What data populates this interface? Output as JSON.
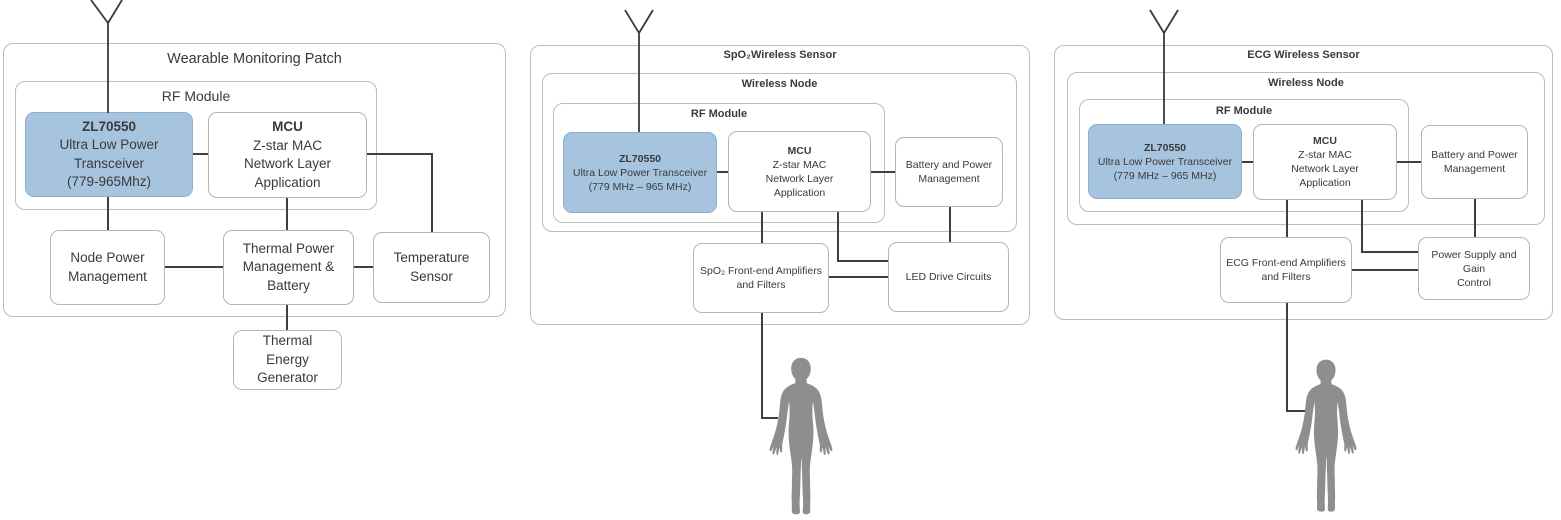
{
  "colors": {
    "transceiver_fill": "#a7c4df",
    "transceiver_border": "#8fb0cc",
    "box_border": "#b5b5b5",
    "group_border": "#bcbcbc",
    "connector": "#3f3f3f",
    "body_silhouette": "#8e8e8e",
    "text": "#3a3a3a"
  },
  "d1": {
    "title": "Wearable Monitoring Patch",
    "rf_title": "RF Module",
    "transceiver": {
      "lines": [
        "ZL70550",
        "Ultra Low Power",
        "Transceiver",
        "(779-965Mhz)"
      ]
    },
    "mcu": {
      "lines": [
        "MCU",
        "Z-star MAC",
        "Network Layer",
        "Application"
      ]
    },
    "node_power": {
      "lines": [
        "Node Power",
        "Management"
      ]
    },
    "thermal_power": {
      "lines": [
        "Thermal Power",
        "Management &",
        "Battery"
      ]
    },
    "temp_sensor": {
      "lines": [
        "Temperature",
        "Sensor"
      ]
    },
    "teg": {
      "lines": [
        "Thermal",
        "Energy",
        "Generator"
      ]
    }
  },
  "d2": {
    "title": "SpO₂Wireless Sensor",
    "node_title": "Wireless Node",
    "rf_title": "RF Module",
    "transceiver": {
      "lines": [
        "ZL70550",
        "Ultra Low Power Transceiver",
        "(779 MHz – 965 MHz)"
      ]
    },
    "mcu": {
      "lines": [
        "MCU",
        "Z-star MAC",
        "Network Layer",
        "Application"
      ]
    },
    "battery": {
      "lines": [
        "Battery and Power",
        "Management"
      ]
    },
    "frontend": {
      "lines": [
        "SpO₂ Front-end Amplifiers",
        "and Filters"
      ]
    },
    "led": {
      "lines": [
        "LED Drive Circuits"
      ]
    }
  },
  "d3": {
    "title": "ECG Wireless Sensor",
    "node_title": "Wireless Node",
    "rf_title": "RF Module",
    "transceiver": {
      "lines": [
        "ZL70550",
        "Ultra Low Power Transceiver",
        "(779 MHz – 965 MHz)"
      ]
    },
    "mcu": {
      "lines": [
        "MCU",
        "Z-star MAC",
        "Network Layer",
        "Application"
      ]
    },
    "battery": {
      "lines": [
        "Battery and Power",
        "Management"
      ]
    },
    "frontend": {
      "lines": [
        "ECG Front-end Amplifiers",
        "and Filters"
      ]
    },
    "psu": {
      "lines": [
        "Power Supply and Gain",
        "Control"
      ]
    }
  }
}
